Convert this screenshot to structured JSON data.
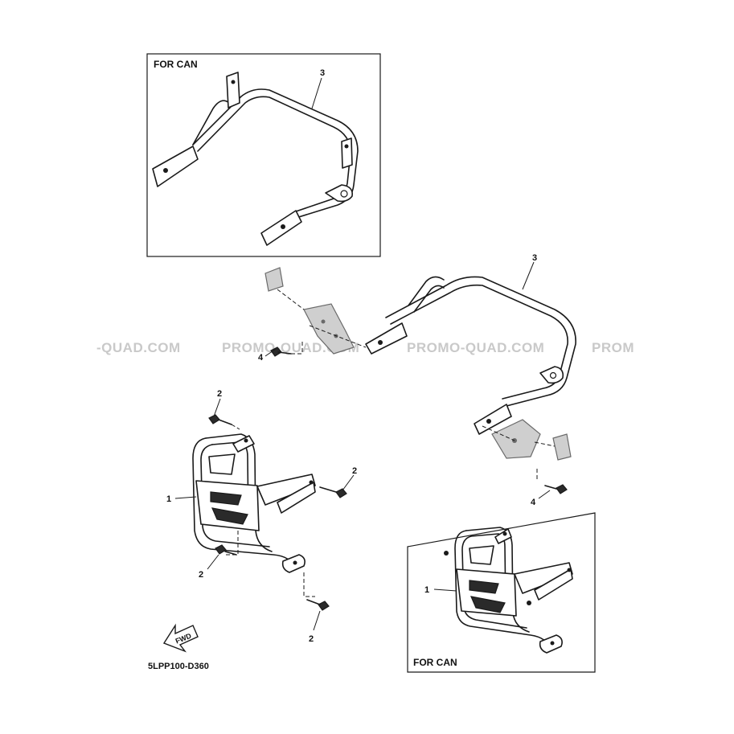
{
  "watermark": {
    "text_1": "-QUAD.COM",
    "text_2": "PROMO-QUAD.COM",
    "text_3": "PROMO-QUAD.COM",
    "text_4": "PROM"
  },
  "insets": {
    "top": {
      "label": "FOR CAN",
      "callout": "3"
    },
    "bottom": {
      "label": "FOR CAN",
      "callout": "1"
    }
  },
  "callouts": {
    "rack_main": "3",
    "bolt_left": "4",
    "bolt_right": "4",
    "guard_main": "1",
    "bolt_top": "2",
    "bolt_side": "2",
    "bolt_lower_left": "2",
    "bolt_bottom": "2"
  },
  "fwd_arrow": {
    "label": "FWD"
  },
  "diagram_code": "5LPP100-D360",
  "colors": {
    "line": "#1a1a1a",
    "watermark": "#c9c9c9",
    "background": "#ffffff"
  }
}
